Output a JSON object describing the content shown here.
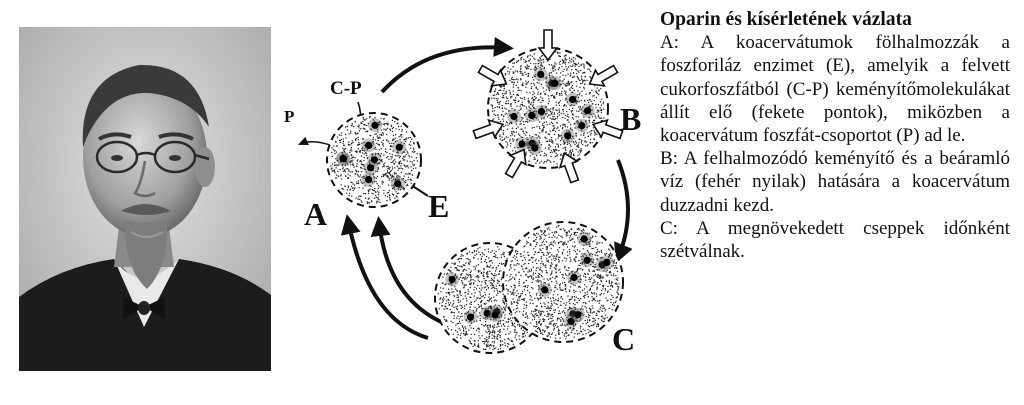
{
  "caption": {
    "title": "Oparin és kísérletének vázlata",
    "paragraphs": [
      "A: A koacervátumok fölhalmozzák a foszforiláz enzimet (E), amelyik a felvett cukorfoszfátból (C-P) keményítőmolekulákat állít elő (fekete pontok), miközben a koacervátum foszfát-csoportot (P) ad le.",
      "B: A felhalmozódó keményítő és a beáramló víz (fehér nyilak) hatására a koacervátum duzzadni kezd.",
      "C: A megnövekedett cseppek időnként szétválnak."
    ]
  },
  "diagram": {
    "labels": {
      "stage_a": "A",
      "stage_b": "B",
      "stage_c": "C",
      "enzyme": "E",
      "sugar_phosphate": "C-P",
      "phosphate": "P"
    }
  },
  "colors": {
    "ink": "#111111",
    "paper": "#ffffff",
    "photo_bg": "#cfcfcf"
  }
}
